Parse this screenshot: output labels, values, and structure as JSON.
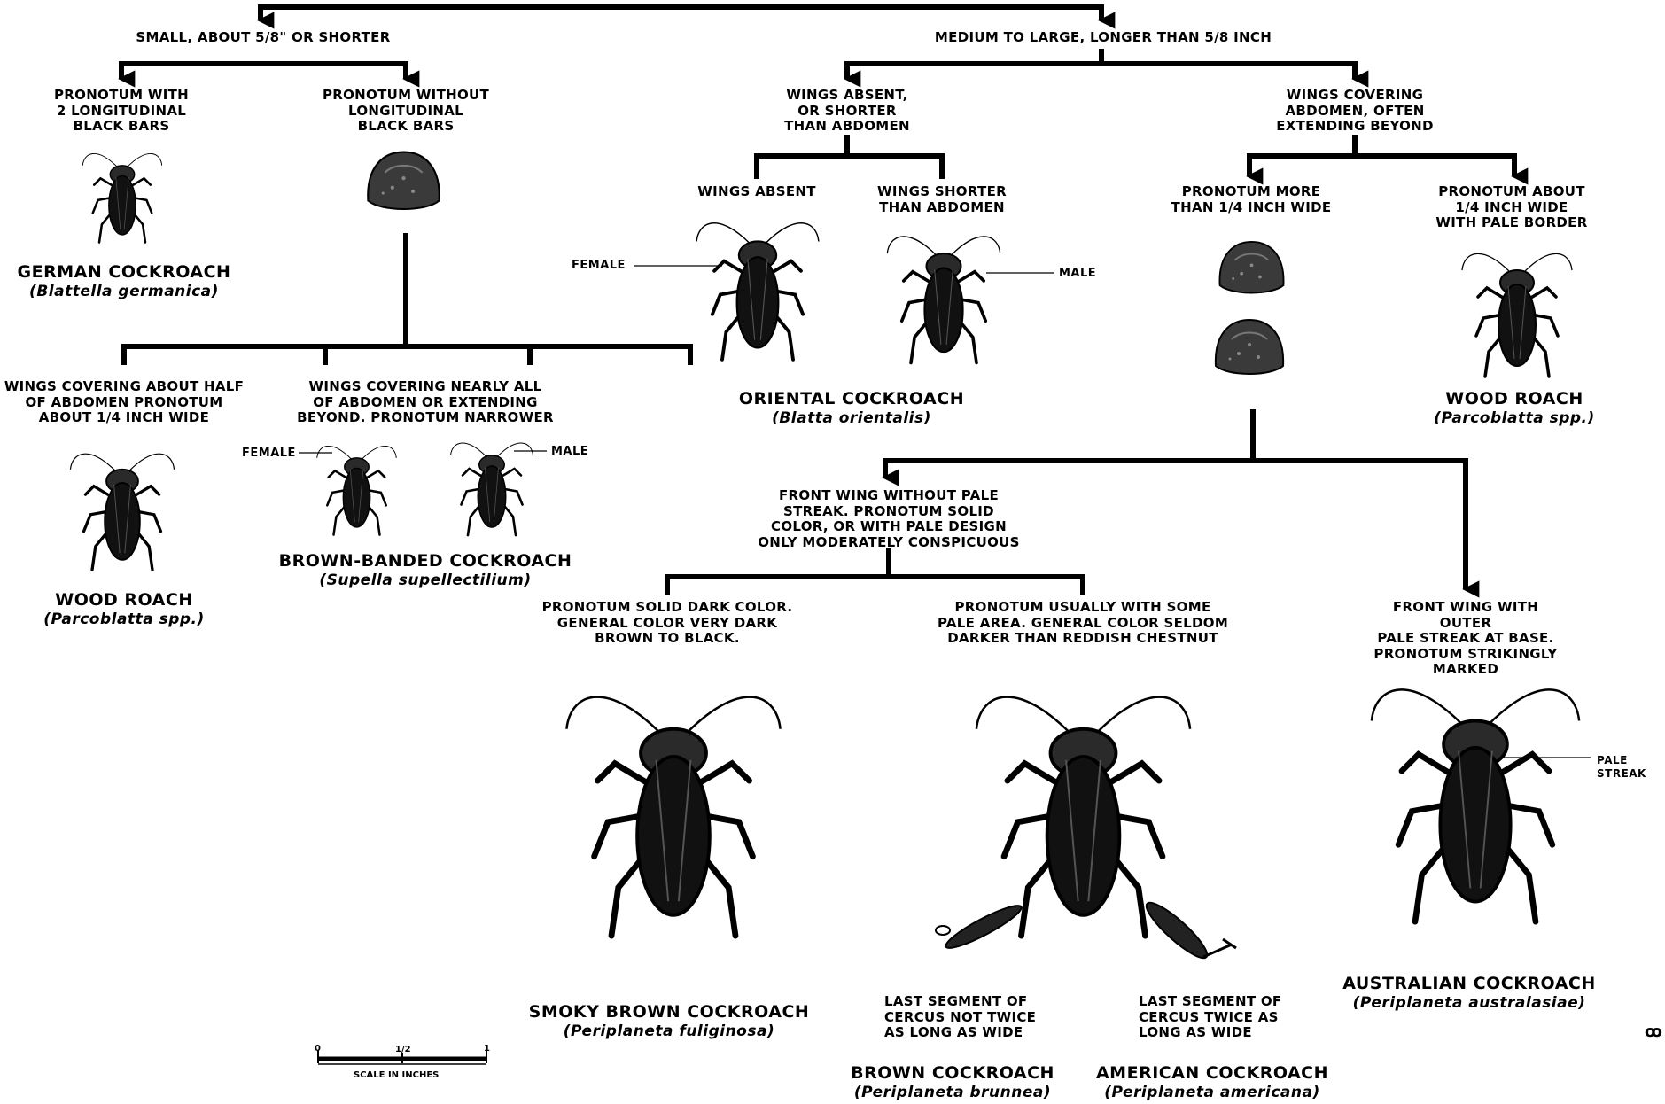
{
  "key": {
    "root": {
      "small": "SMALL, ABOUT 5/8\" OR SHORTER",
      "large": "MEDIUM TO LARGE, LONGER THAN 5/8 INCH"
    },
    "small_branch": {
      "bars": "PRONOTUM WITH\n2 LONGITUDINAL\nBLACK BARS",
      "no_bars": "PRONOTUM WITHOUT\nLONGITUDINAL\nBLACK BARS",
      "half": "WINGS COVERING ABOUT HALF\nOF ABDOMEN PRONOTUM\nABOUT 1/4 INCH WIDE",
      "nearly_all": "WINGS COVERING NEARLY ALL\nOF ABDOMEN OR EXTENDING\nBEYOND. PRONOTUM NARROWER"
    },
    "large_branch": {
      "wings_absent_or_short": "WINGS ABSENT,\nOR SHORTER\nTHAN ABDOMEN",
      "wings_covering": "WINGS COVERING\nABDOMEN, OFTEN\nEXTENDING BEYOND",
      "wings_absent": "WINGS ABSENT",
      "wings_shorter": "WINGS SHORTER\nTHAN ABDOMEN",
      "pronotum_more": "PRONOTUM MORE\nTHAN 1/4 INCH WIDE",
      "pronotum_about": "PRONOTUM ABOUT\n1/4 INCH WIDE\nWITH PALE BORDER",
      "front_no_streak": "FRONT WING WITHOUT PALE\nSTREAK. PRONOTUM SOLID\nCOLOR, OR WITH PALE DESIGN\nONLY MODERATELY CONSPICUOUS",
      "front_streak": "FRONT WING WITH OUTER\nPALE STREAK AT BASE.\nPRONOTUM STRIKINGLY MARKED",
      "solid_dark": "PRONOTUM SOLID DARK COLOR.\nGENERAL COLOR VERY DARK\nBROWN TO BLACK.",
      "pale_area": "PRONOTUM USUALLY WITH SOME\nPALE AREA. GENERAL COLOR SELDOM\nDARKER THAN REDDISH CHESTNUT",
      "cercus_not_twice": "LAST SEGMENT OF\nCERCUS NOT TWICE\nAS LONG AS WIDE",
      "cercus_twice": "LAST SEGMENT OF\nCERCUS TWICE AS\nLONG AS WIDE"
    }
  },
  "species": {
    "german": {
      "common": "GERMAN COCKROACH",
      "sci": "(Blattella germanica)"
    },
    "wood_small": {
      "common": "WOOD ROACH",
      "sci": "(Parcoblatta spp.)"
    },
    "brown_banded": {
      "common": "BROWN-BANDED COCKROACH",
      "sci": "(Supella supellectilium)"
    },
    "oriental": {
      "common": "ORIENTAL COCKROACH",
      "sci": "(Blatta orientalis)"
    },
    "wood_large": {
      "common": "WOOD ROACH",
      "sci": "(Parcoblatta spp.)"
    },
    "smoky_brown": {
      "common": "SMOKY BROWN COCKROACH",
      "sci": "(Periplaneta fuliginosa)"
    },
    "brown": {
      "common": "BROWN COCKROACH",
      "sci": "(Periplaneta brunnea)"
    },
    "american": {
      "common": "AMERICAN COCKROACH",
      "sci": "(Periplaneta americana)"
    },
    "australian": {
      "common": "AUSTRALIAN COCKROACH",
      "sci": "(Periplaneta australasiae)"
    }
  },
  "callouts": {
    "female_1": "FEMALE",
    "male_1": "MALE",
    "female_2": "FEMALE",
    "male_2": "MALE",
    "pale_streak": "PALE\nSTREAK"
  },
  "scale": {
    "zero": "0",
    "half": "1/2",
    "one": "1",
    "caption": "SCALE IN INCHES"
  },
  "page_mark": "ꝏ"
}
